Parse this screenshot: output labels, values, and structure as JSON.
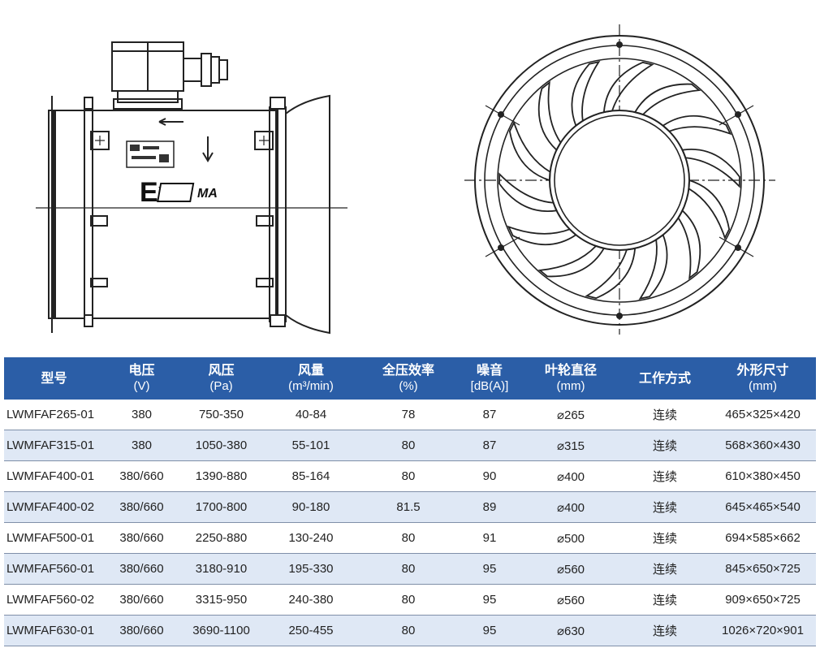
{
  "drawing": {
    "ex_mark": "Ex",
    "ma_mark": "MA"
  },
  "table": {
    "headers": [
      {
        "label": "型号",
        "unit": ""
      },
      {
        "label": "电压",
        "unit": "(V)"
      },
      {
        "label": "风压",
        "unit": "(Pa)"
      },
      {
        "label": "风量",
        "unit": "(m³/min)"
      },
      {
        "label": "全压效率",
        "unit": "(%)"
      },
      {
        "label": "噪音",
        "unit": "[dB(A)]"
      },
      {
        "label": "叶轮直径",
        "unit": "(mm)"
      },
      {
        "label": "工作方式",
        "unit": ""
      },
      {
        "label": "外形尺寸",
        "unit": "(mm)"
      }
    ],
    "rows": [
      [
        "LWMFAF265-01",
        "380",
        "750-350",
        "40-84",
        "78",
        "87",
        "⌀265",
        "连续",
        "465×325×420"
      ],
      [
        "LWMFAF315-01",
        "380",
        "1050-380",
        "55-101",
        "80",
        "87",
        "⌀315",
        "连续",
        "568×360×430"
      ],
      [
        "LWMFAF400-01",
        "380/660",
        "1390-880",
        "85-164",
        "80",
        "90",
        "⌀400",
        "连续",
        "610×380×450"
      ],
      [
        "LWMFAF400-02",
        "380/660",
        "1700-800",
        "90-180",
        "81.5",
        "89",
        "⌀400",
        "连续",
        "645×465×540"
      ],
      [
        "LWMFAF500-01",
        "380/660",
        "2250-880",
        "130-240",
        "80",
        "91",
        "⌀500",
        "连续",
        "694×585×662"
      ],
      [
        "LWMFAF560-01",
        "380/660",
        "3180-910",
        "195-330",
        "80",
        "95",
        "⌀560",
        "连续",
        "845×650×725"
      ],
      [
        "LWMFAF560-02",
        "380/660",
        "3315-950",
        "240-380",
        "80",
        "95",
        "⌀560",
        "连续",
        "909×650×725"
      ],
      [
        "LWMFAF630-01",
        "380/660",
        "3690-1100",
        "250-455",
        "80",
        "95",
        "⌀630",
        "连续",
        "1026×720×901"
      ]
    ]
  }
}
